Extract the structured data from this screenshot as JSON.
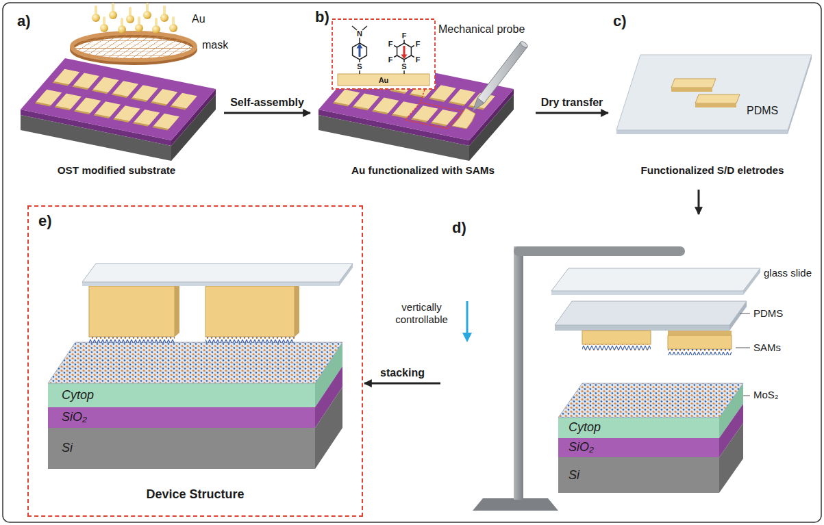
{
  "diagram": {
    "nodes": [
      {
        "text": [
          "a)",
          "OST modified substrate"
        ]
      },
      {
        "text": [
          "b)",
          "Au functionalized with SAMs"
        ]
      },
      {
        "text": [
          "c)",
          "Functionalized S/D eletrodes"
        ]
      },
      {
        "text": [
          "d)"
        ]
      },
      {
        "text": [
          "e)",
          "Device Structure"
        ]
      }
    ],
    "edges": [
      {
        "from": 0,
        "to": 1,
        "label": "Self-assembly",
        "arrow": "to"
      },
      {
        "from": 1,
        "to": 2,
        "label": "Dry transfer",
        "arrow": "to"
      },
      {
        "from": 2,
        "to": 3,
        "arrow": "to"
      },
      {
        "from": 3,
        "to": 4,
        "label": "stacking",
        "arrow": "to"
      }
    ],
    "labels": [
      "Au",
      "mask",
      "N",
      "S",
      "F",
      "F",
      "F",
      "F",
      "F",
      "S",
      "Au",
      "Mechanical probe",
      "PDMS",
      "glass slide",
      "PDMS",
      "SAMs",
      "MoS₂",
      "Cytop",
      "SiO₂",
      "Si",
      "vertically controllable",
      "Cytop",
      "SiO₂",
      "Si"
    ]
  }
}
